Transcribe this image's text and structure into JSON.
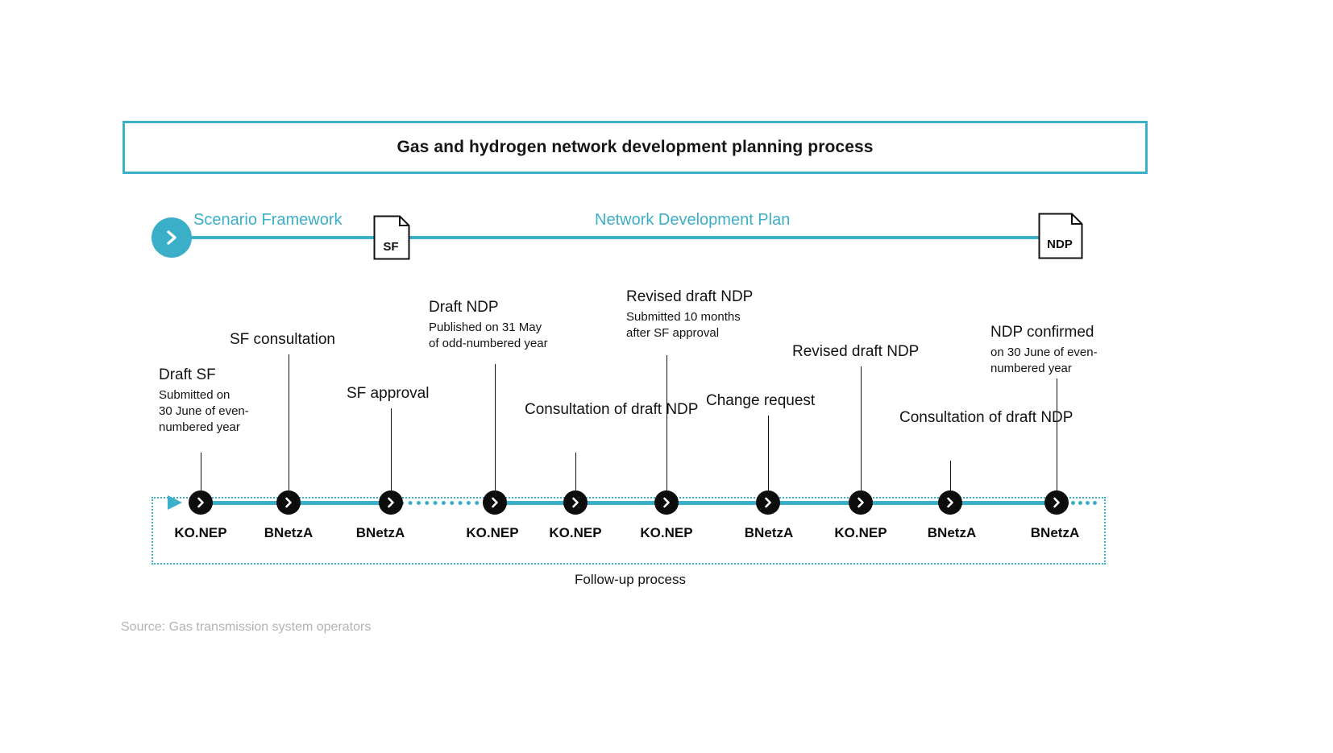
{
  "title": {
    "text": "Gas and hydrogen network development planning process"
  },
  "colors": {
    "accent_teal": "#3BAEC8",
    "node_black": "#0d0d0d",
    "source_gray": "#b3b3b3"
  },
  "phases": {
    "start_icon": "chevron-right-icon",
    "scenario_framework_label": "Scenario Framework",
    "network_development_plan_label": "Network Development Plan",
    "documents": [
      {
        "name": "sf-document",
        "label": "SF"
      },
      {
        "name": "ndp-document",
        "label": "NDP"
      }
    ]
  },
  "milestones": [
    {
      "title": "Draft SF",
      "sub": "Submitted on\n30 June of even-\nnumbered year"
    },
    {
      "title": "SF consultation",
      "sub": ""
    },
    {
      "title": "SF approval",
      "sub": ""
    },
    {
      "title": "Draft NDP",
      "sub": "Published on 31 May\nof odd-numbered year"
    },
    {
      "title": "Consultation\nof draft NDP",
      "sub": ""
    },
    {
      "title": "Revised draft NDP",
      "sub": "Submitted 10 months\nafter SF approval"
    },
    {
      "title": "Change request",
      "sub": ""
    },
    {
      "title": "Revised draft NDP",
      "sub": ""
    },
    {
      "title": "Consultation\nof draft NDP",
      "sub": ""
    },
    {
      "title": "NDP confirmed",
      "sub": "on 30 June of even-\nnumbered year"
    }
  ],
  "timeline": {
    "nodes": [
      {
        "actor": "KO.NEP"
      },
      {
        "actor": "BNetzA"
      },
      {
        "actor": "BNetzA"
      },
      {
        "actor": "KO.NEP"
      },
      {
        "actor": "KO.NEP"
      },
      {
        "actor": "KO.NEP"
      },
      {
        "actor": "BNetzA"
      },
      {
        "actor": "KO.NEP"
      },
      {
        "actor": "BNetzA"
      },
      {
        "actor": "BNetzA"
      }
    ],
    "followup_label": "Follow-up process"
  },
  "source": {
    "text": "Source: Gas transmission system operators"
  }
}
